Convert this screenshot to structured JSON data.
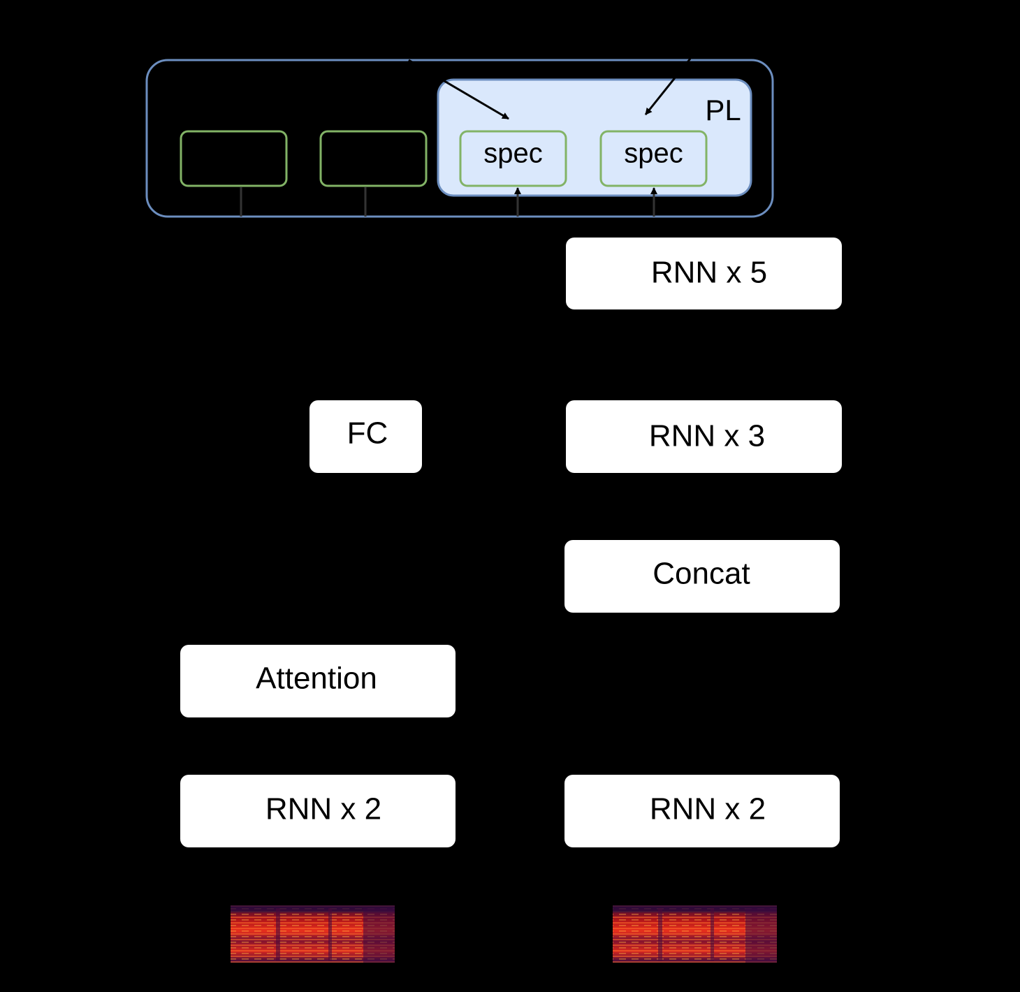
{
  "pl_group": {
    "label": "PL"
  },
  "slots": [
    {
      "label": ""
    },
    {
      "label": ""
    },
    {
      "label": "spec"
    },
    {
      "label": "spec"
    }
  ],
  "blocks": {
    "rnn_x5": "RNN x 5",
    "fc": "FC",
    "rnn_x3": "RNN x 3",
    "concat": "Concat",
    "attention": "Attention",
    "rnn_x2_left": "RNN x 2",
    "rnn_x2_right": "RNN x 2"
  },
  "spectrogram_icons": [
    "spectrogram-left",
    "spectrogram-right"
  ],
  "colors": {
    "background": "#000000",
    "outer_group_border": "#6c8ebf",
    "pl_fill": "#dae8fc",
    "pl_border": "#6c8ebf",
    "slot_border": "#82b366",
    "block_fill": "#ffffff",
    "arrow": "#000000"
  }
}
